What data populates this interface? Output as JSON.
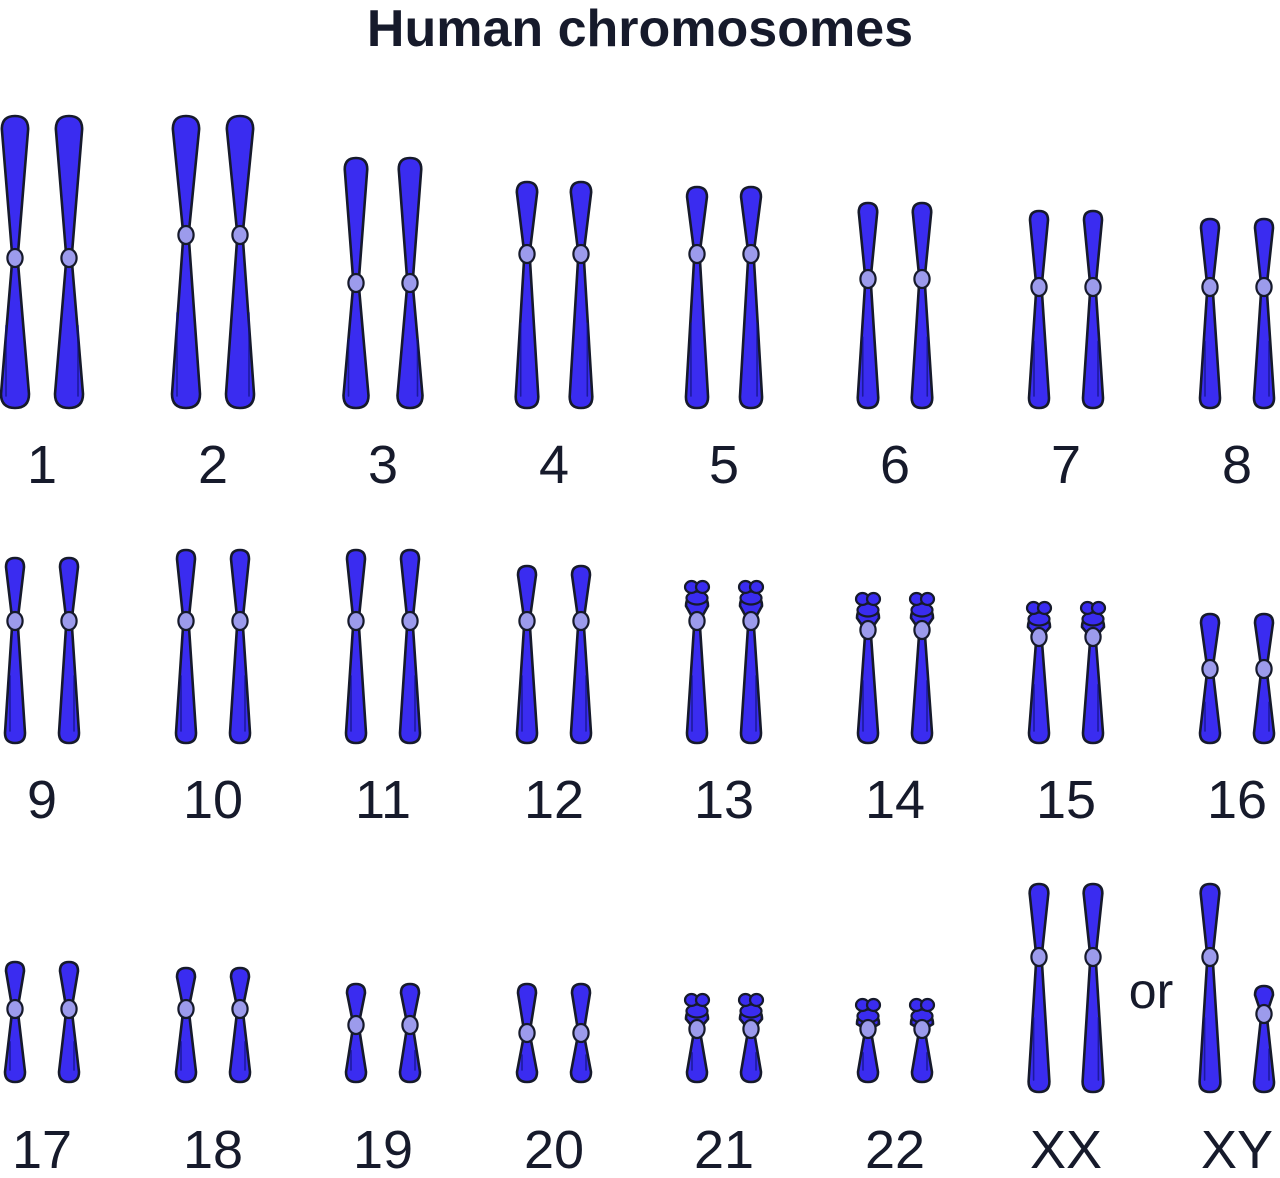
{
  "title": "Human chromosomes",
  "colors": {
    "chromosome": "#3a2cf0",
    "centromere": "#9c9bec",
    "outline": "#161a2b",
    "text": "#161a2b"
  },
  "pairs": [
    {
      "label": "1",
      "kind": "metacentric"
    },
    {
      "label": "2",
      "kind": "submetacentric"
    },
    {
      "label": "3",
      "kind": "metacentric"
    },
    {
      "label": "4",
      "kind": "submetacentric"
    },
    {
      "label": "5",
      "kind": "submetacentric"
    },
    {
      "label": "6",
      "kind": "submetacentric"
    },
    {
      "label": "7",
      "kind": "submetacentric"
    },
    {
      "label": "8",
      "kind": "submetacentric"
    },
    {
      "label": "9",
      "kind": "submetacentric"
    },
    {
      "label": "10",
      "kind": "submetacentric"
    },
    {
      "label": "11",
      "kind": "submetacentric"
    },
    {
      "label": "12",
      "kind": "submetacentric"
    },
    {
      "label": "13",
      "kind": "acrocentric"
    },
    {
      "label": "14",
      "kind": "acrocentric"
    },
    {
      "label": "15",
      "kind": "acrocentric"
    },
    {
      "label": "16",
      "kind": "metacentric"
    },
    {
      "label": "17",
      "kind": "submetacentric"
    },
    {
      "label": "18",
      "kind": "submetacentric"
    },
    {
      "label": "19",
      "kind": "metacentric"
    },
    {
      "label": "20",
      "kind": "metacentric"
    },
    {
      "label": "21",
      "kind": "acrocentric"
    },
    {
      "label": "22",
      "kind": "acrocentric"
    },
    {
      "label": "XX",
      "kind": "submetacentric"
    },
    {
      "label": "XY",
      "kind": "submetacentric"
    }
  ],
  "or_text": "or"
}
